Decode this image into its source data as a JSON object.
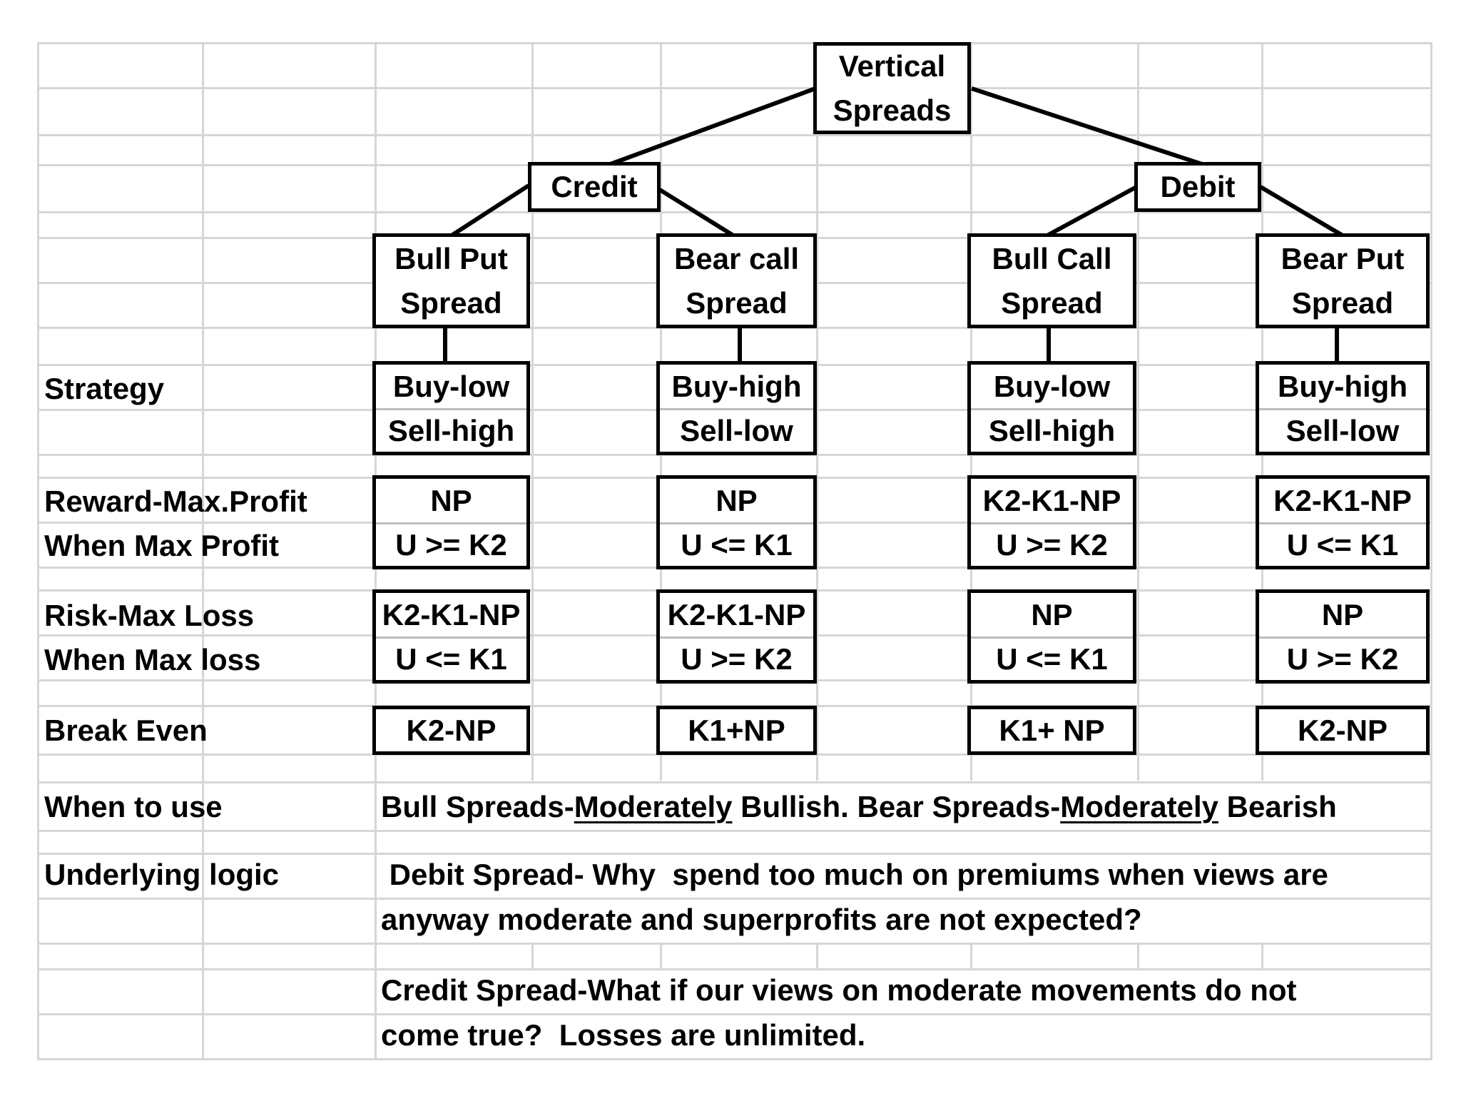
{
  "tree": {
    "root": {
      "line1": "Vertical",
      "line2": "Spreads"
    },
    "credit": "Credit",
    "debit": "Debit",
    "strategies": [
      {
        "line1": "Bull Put",
        "line2": "Spread"
      },
      {
        "line1": "Bear call",
        "line2": "Spread"
      },
      {
        "line1": "Bull Call",
        "line2": "Spread"
      },
      {
        "line1": "Bear Put",
        "line2": "Spread"
      }
    ]
  },
  "row_labels": {
    "strategy": "Strategy",
    "reward": "Reward-Max.Profit",
    "when_max_profit": "When Max Profit",
    "risk": "Risk-Max Loss",
    "when_max_loss": "When Max loss",
    "break_even": "Break Even",
    "when_to_use": "When to use",
    "underlying_logic": "Underlying logic"
  },
  "columns": [
    {
      "strategy_top": "Buy-low",
      "strategy_bottom": "Sell-high",
      "reward": "NP",
      "profit_when": "U >= K2",
      "risk": "K2-K1-NP",
      "loss_when": "U <= K1",
      "break_even": "K2-NP"
    },
    {
      "strategy_top": "Buy-high",
      "strategy_bottom": "Sell-low",
      "reward": "NP",
      "profit_when": "U <= K1",
      "risk": "K2-K1-NP",
      "loss_when": "U >= K2",
      "break_even": "K1+NP"
    },
    {
      "strategy_top": "Buy-low",
      "strategy_bottom": "Sell-high",
      "reward": "K2-K1-NP",
      "profit_when": "U >= K2",
      "risk": "NP",
      "loss_when": "U <= K1",
      "break_even": "K1+ NP"
    },
    {
      "strategy_top": "Buy-high",
      "strategy_bottom": "Sell-low",
      "reward": "K2-K1-NP",
      "profit_when": "U <= K1",
      "risk": "NP",
      "loss_when": "U >= K2",
      "break_even": "K2-NP"
    }
  ],
  "when_to_use": {
    "part1": "Bull Spreads-",
    "part2": "Moderately",
    "part3": " Bullish. Bear Spreads-",
    "part4": "Moderately",
    "part5": " Bearish"
  },
  "logic": {
    "debit_line1": " Debit Spread- Why  spend too much on premiums when views are",
    "debit_line2": "anyway moderate and superprofits are not expected?",
    "credit_line1": "Credit Spread-What if our views on moderate movements do not",
    "credit_line2": "come true?  Losses are unlimited."
  }
}
